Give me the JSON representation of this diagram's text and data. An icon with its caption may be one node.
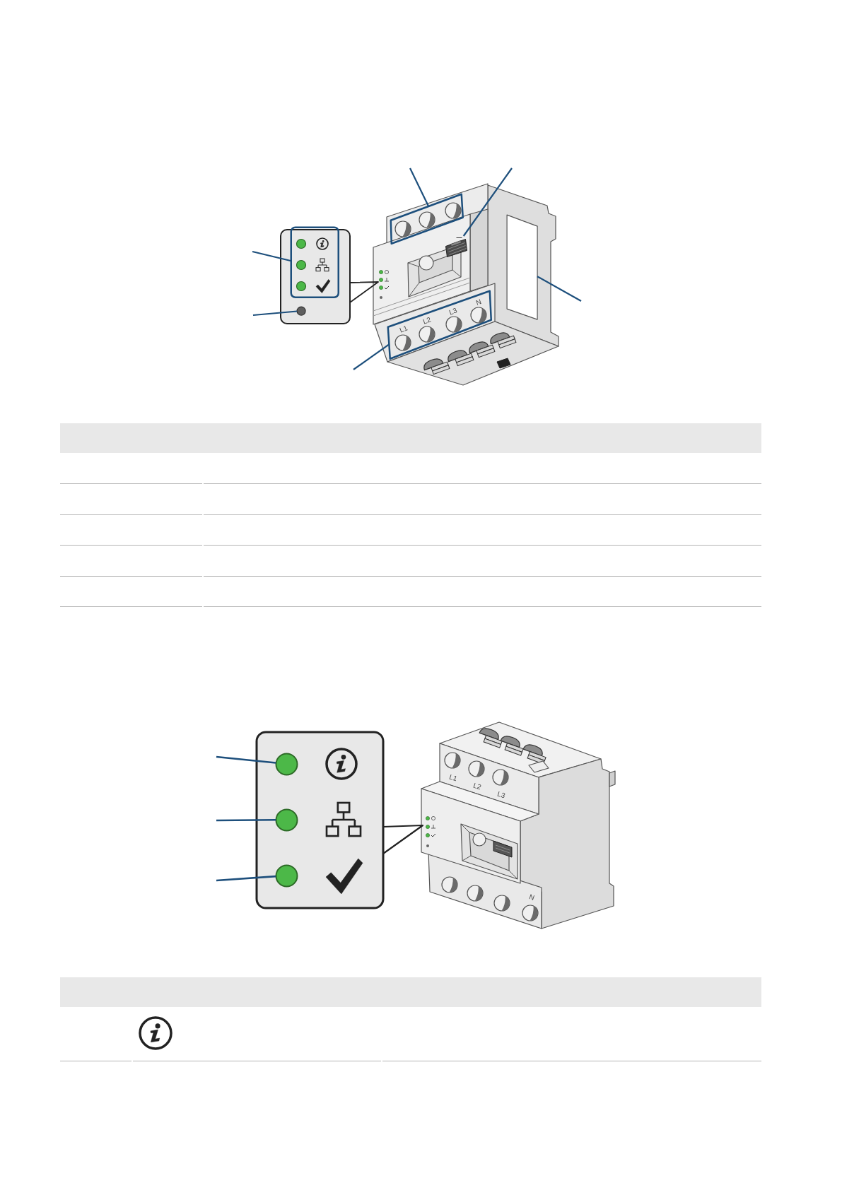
{
  "diagram": {
    "nodes": [
      {
        "text": [],
        "shape": "box"
      },
      {
        "text": [],
        "shape": "circle"
      },
      {
        "text": [],
        "shape": "box"
      },
      {
        "text": [],
        "shape": "picture"
      },
      {
        "text": [],
        "shape": "box"
      },
      {
        "text": [],
        "shape": "box"
      },
      {
        "text": [],
        "shape": "circle"
      },
      {
        "text": [],
        "shape": "circle"
      },
      {
        "text": [],
        "shape": "circle"
      }
    ],
    "edges": [
      {
        "from": null,
        "to": 0,
        "arrow": "none"
      },
      {
        "from": null,
        "to": 1,
        "arrow": "none"
      },
      {
        "from": null,
        "to": 2,
        "arrow": "none"
      },
      {
        "from": null,
        "to": 3,
        "arrow": "none"
      },
      {
        "from": null,
        "to": 4,
        "arrow": "none"
      },
      {
        "from": null,
        "to": 5,
        "arrow": "none"
      },
      {
        "from": null,
        "to": 6,
        "arrow": "none"
      },
      {
        "from": null,
        "to": 7,
        "arrow": "none"
      },
      {
        "from": null,
        "to": 8,
        "arrow": "none"
      }
    ],
    "labels": [
      "L1",
      "L2",
      "L3",
      "N",
      "L1",
      "L2",
      "L3",
      "N"
    ]
  }
}
